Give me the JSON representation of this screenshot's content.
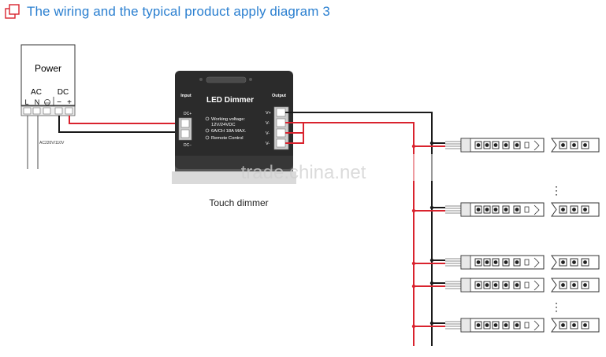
{
  "header": {
    "title": "The wiring and the typical product apply diagram 3",
    "icon": "page-corner-icon",
    "color": "#2a7fd0"
  },
  "power_supply": {
    "title": "Power",
    "ac_label": "AC",
    "dc_label": "DC",
    "terminal_l": "L",
    "terminal_n": "N",
    "terminal_ground": "ground-icon",
    "terminal_minus": "−",
    "terminal_plus": "+",
    "input_voltage": "AC220V/110V"
  },
  "dimmer": {
    "title": "LED Dimmer",
    "input_label": "Input",
    "output_label": "Output",
    "dc_plus": "DC+",
    "dc_minus": "DC−",
    "spec_1": "Working voltage:",
    "spec_1b": "12V/24VDC",
    "spec_2": "6A/CH 18A MAX.",
    "spec_3": "Remote Control",
    "out_v_plus": "V+",
    "out_v_minus_1": "V-",
    "out_v_minus_2": "V-",
    "out_v_minus_3": "V-",
    "caption": "Touch dimmer"
  },
  "watermark": "trade.china.net",
  "led_strips": {
    "count": 5,
    "continuation_marks": "⋮"
  },
  "colors": {
    "positive_wire": "#d9232e",
    "negative_wire": "#1a1a1a",
    "dimmer_body": "#2b2b2b"
  }
}
